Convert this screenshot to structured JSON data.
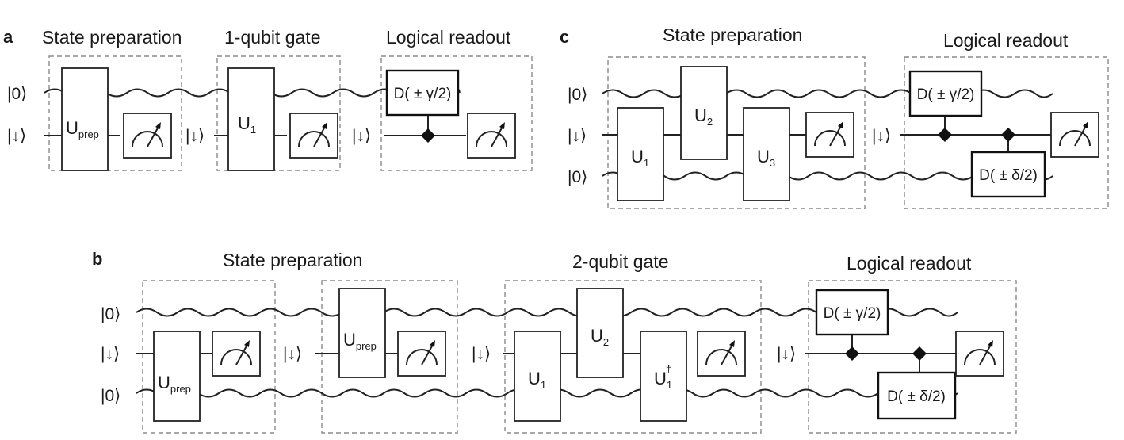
{
  "colors": {
    "ink": "#1a1a1a",
    "frame": "#8a8a8a"
  },
  "kets": {
    "zero": "|0⟩",
    "down": "|↓⟩"
  },
  "gates": {
    "U": "U",
    "prep_sub": "prep",
    "one_sub": "1",
    "two_sub": "2",
    "three_sub": "3",
    "dagger": "†",
    "d_gamma": "D( ± γ/2)",
    "d_delta": "D( ± δ/2)"
  },
  "icons": {
    "measurement": "meter-icon"
  },
  "panel_a": {
    "label": "a",
    "sections": {
      "prep": "State preparation",
      "gate": "1-qubit gate",
      "readout": "Logical readout"
    }
  },
  "panel_b": {
    "label": "b",
    "sections": {
      "prep": "State preparation",
      "gate": "2-qubit gate",
      "readout": "Logical readout"
    }
  },
  "panel_c": {
    "label": "c",
    "sections": {
      "prep": "State preparation",
      "readout": "Logical readout"
    }
  }
}
